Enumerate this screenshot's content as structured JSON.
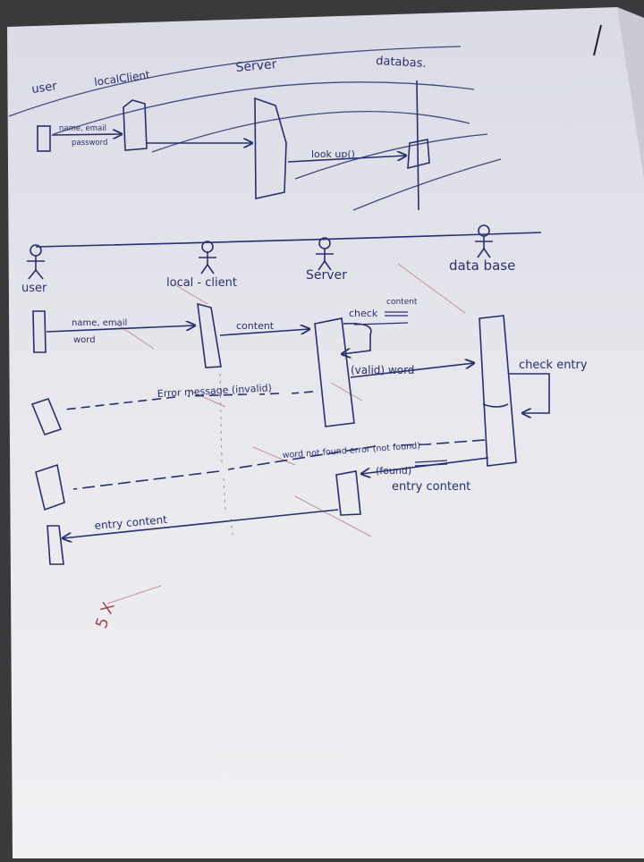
{
  "colors": {
    "ink": "#27306f",
    "red_ink": "#a84a55",
    "paper_top": "#dedfe8",
    "paper_bottom": "#f0f0f3",
    "background": "#3a3a3c"
  },
  "sketch_top": {
    "actors": [
      "user",
      "localClient",
      "Server",
      "databas."
    ],
    "message_user_to_client_line1": "name, email",
    "message_user_to_client_line2": "password",
    "message_server_to_db": "look up()"
  },
  "sketch_main": {
    "actors": [
      "user",
      "local - client",
      "Server",
      "data base"
    ],
    "msg_user_client_line1": "name, email",
    "msg_user_client_line2": "word",
    "msg_client_server": "content",
    "self_server_line1": "check",
    "self_server_line2": "content",
    "msg_server_db": "(valid) word",
    "self_db": "check entry",
    "msg_error_invalid": "Error message (invalid)",
    "msg_db_to_server_line1": "(found)",
    "msg_db_to_server_line2": "entry content",
    "msg_not_found": "word not found error (not found)",
    "msg_to_user": "entry content"
  },
  "margin_note": "5 X"
}
